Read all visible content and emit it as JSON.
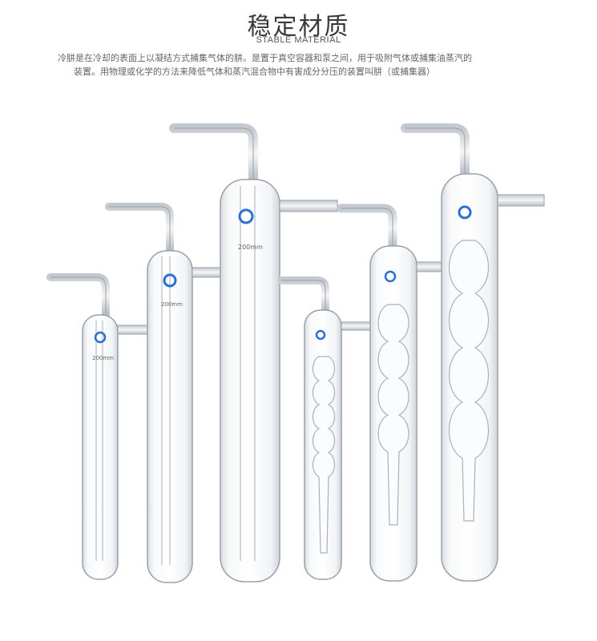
{
  "header": {
    "title": "稳定材质",
    "subtitle": "STABLE MATERIAL"
  },
  "description": {
    "line1": "冷肼是在冷却的表面上以凝结方式捕集气体的肼。是置于真空容器和泵之间，用于吸附气体或捕集油蒸汽的",
    "line2": "装置。用物理或化学的方法来降低气体和蒸汽混合物中有害成分分压的装置叫肼（或捕集器）"
  },
  "products": {
    "label_200mm": "200mm",
    "brand_mark": "c-logo",
    "colors": {
      "glass_outline": "#9aa0a8",
      "glass_fill": "#f4f6f8",
      "tube_hose": "#cfd3d8",
      "logo": "#2b6fd6"
    }
  }
}
